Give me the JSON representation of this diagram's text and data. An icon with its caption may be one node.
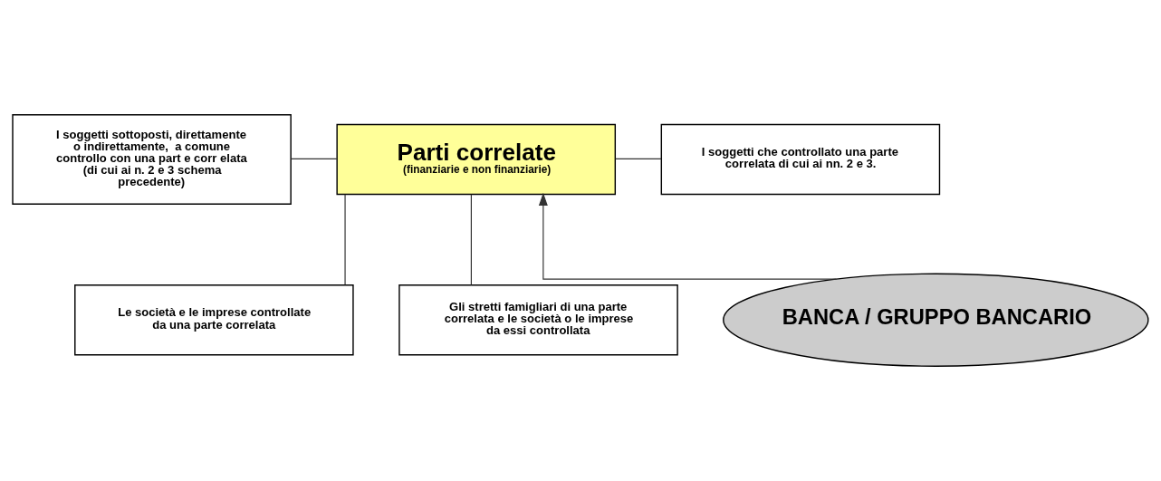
{
  "diagram": {
    "nodes": [
      {
        "text": [
          "I soggetti sottoposti, direttamente o indirettamente,  a comune controllo con una part e corr elata (di cui ai n. 2 e 3 schema precedente)"
        ]
      },
      {
        "text": [
          "Le società e le imprese controllate da una parte correlata"
        ]
      },
      {
        "text": [
          "Parti correlate",
          "(finanziarie e non finanziarie)"
        ]
      },
      {
        "text": [
          "I soggetti che controllato una parte correlata di cui ai nn. 2 e 3."
        ]
      },
      {
        "text": [
          "Gli stretti famigliari di una parte correlata e le società o le imprese da essi controllata"
        ]
      },
      {
        "text": [
          "BANCA / GRUPPO BANCARIO"
        ]
      }
    ],
    "edges": [
      {
        "from": 0,
        "to": 2,
        "arrow": "none"
      },
      {
        "from": 1,
        "to": 2,
        "arrow": "none"
      },
      {
        "from": 2,
        "to": 3,
        "arrow": "none"
      },
      {
        "from": 2,
        "to": 4,
        "arrow": "none"
      },
      {
        "from": 5,
        "to": 2,
        "arrow": "to"
      }
    ]
  }
}
